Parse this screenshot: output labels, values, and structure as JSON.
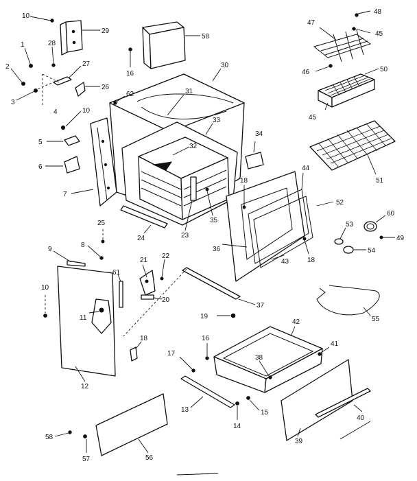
{
  "callouts": [
    {
      "id": "c10a",
      "text": "10"
    },
    {
      "id": "c29",
      "text": "29"
    },
    {
      "id": "c58",
      "text": "58"
    },
    {
      "id": "c48",
      "text": "48"
    },
    {
      "id": "c47",
      "text": "47"
    },
    {
      "id": "c45a",
      "text": "45"
    },
    {
      "id": "c1",
      "text": "1"
    },
    {
      "id": "c28",
      "text": "28"
    },
    {
      "id": "c27",
      "text": "27"
    },
    {
      "id": "c2",
      "text": "2"
    },
    {
      "id": "c3",
      "text": "3"
    },
    {
      "id": "c4",
      "text": "4"
    },
    {
      "id": "c26",
      "text": "26"
    },
    {
      "id": "c16a",
      "text": "16"
    },
    {
      "id": "c30",
      "text": "30"
    },
    {
      "id": "c46",
      "text": "46"
    },
    {
      "id": "c50",
      "text": "50"
    },
    {
      "id": "c62",
      "text": "62"
    },
    {
      "id": "c31",
      "text": "31"
    },
    {
      "id": "c10b",
      "text": "10"
    },
    {
      "id": "c33",
      "text": "33"
    },
    {
      "id": "c45b",
      "text": "45"
    },
    {
      "id": "c5",
      "text": "5"
    },
    {
      "id": "c34",
      "text": "34"
    },
    {
      "id": "c32",
      "text": "32"
    },
    {
      "id": "c6",
      "text": "6"
    },
    {
      "id": "c44",
      "text": "44"
    },
    {
      "id": "c18a",
      "text": "18"
    },
    {
      "id": "c51",
      "text": "51"
    },
    {
      "id": "c7",
      "text": "7"
    },
    {
      "id": "c52",
      "text": "52"
    },
    {
      "id": "c25",
      "text": "25"
    },
    {
      "id": "c24",
      "text": "24"
    },
    {
      "id": "c23",
      "text": "23"
    },
    {
      "id": "c35",
      "text": "35"
    },
    {
      "id": "c53",
      "text": "53"
    },
    {
      "id": "c60",
      "text": "60"
    },
    {
      "id": "c36",
      "text": "36"
    },
    {
      "id": "c9",
      "text": "9"
    },
    {
      "id": "c8",
      "text": "8"
    },
    {
      "id": "c49",
      "text": "49"
    },
    {
      "id": "c18b",
      "text": "18"
    },
    {
      "id": "c54",
      "text": "54"
    },
    {
      "id": "c21",
      "text": "21"
    },
    {
      "id": "c22",
      "text": "22"
    },
    {
      "id": "c43",
      "text": "43"
    },
    {
      "id": "c61",
      "text": "61"
    },
    {
      "id": "c10c",
      "text": "10"
    },
    {
      "id": "c37",
      "text": "37"
    },
    {
      "id": "c20",
      "text": "20"
    },
    {
      "id": "c11",
      "text": "11"
    },
    {
      "id": "c55",
      "text": "55"
    },
    {
      "id": "c19",
      "text": "19"
    },
    {
      "id": "c42",
      "text": "42"
    },
    {
      "id": "c18c",
      "text": "18"
    },
    {
      "id": "c16b",
      "text": "16"
    },
    {
      "id": "c41",
      "text": "41"
    },
    {
      "id": "c17",
      "text": "17"
    },
    {
      "id": "c38",
      "text": "38"
    },
    {
      "id": "c12",
      "text": "12"
    },
    {
      "id": "c13",
      "text": "13"
    },
    {
      "id": "c15",
      "text": "15"
    },
    {
      "id": "c14",
      "text": "14"
    },
    {
      "id": "c39",
      "text": "39"
    },
    {
      "id": "c40",
      "text": "40"
    },
    {
      "id": "c58b",
      "text": "58"
    },
    {
      "id": "c57",
      "text": "57"
    },
    {
      "id": "c56",
      "text": "56"
    }
  ]
}
